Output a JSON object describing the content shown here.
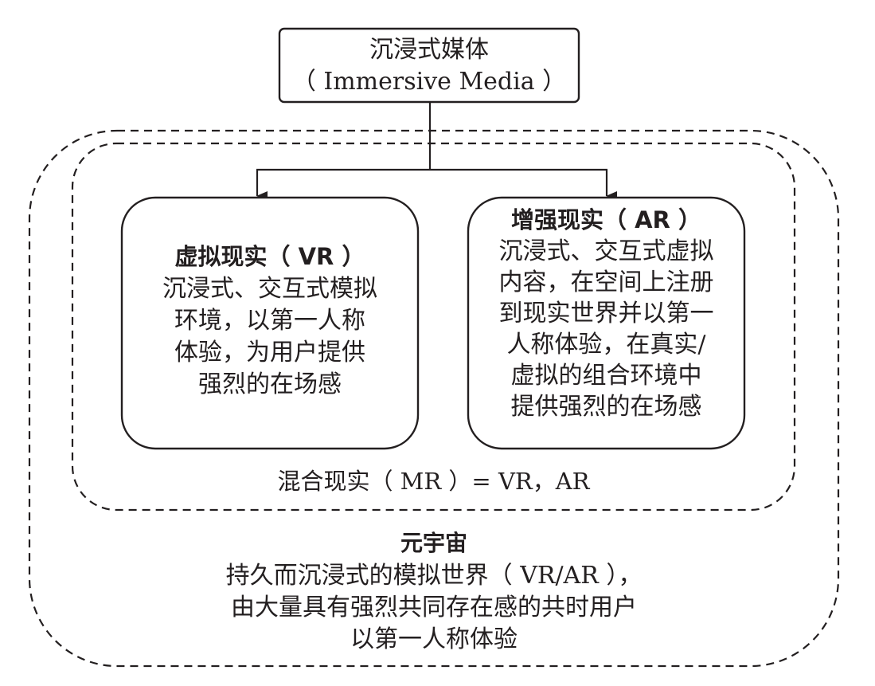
{
  "diagram": {
    "root": {
      "title": "沉浸式媒体",
      "subtitle": "（ Immersive Media ）"
    },
    "vr": {
      "title": "虚拟现实（ VR ）",
      "lines": [
        "沉浸式、交互式模拟",
        "环境，以第一人称",
        "体验，为用户提供",
        "强烈的在场感"
      ]
    },
    "ar": {
      "title": "增强现实（ AR ）",
      "lines": [
        "沉浸式、交互式虚拟",
        "内容，在空间上注册",
        "到现实世界并以第一",
        "人称体验，在真实/",
        "虚拟的组合环境中",
        "提供强烈的在场感"
      ]
    },
    "mr": {
      "label": "混合现实（ MR ）= VR，AR"
    },
    "metaverse": {
      "title": "元宇宙",
      "lines": [
        "持久而沉浸式的模拟世界（ VR/AR ），",
        "由大量具有强烈共同存在感的共时用户",
        "以第一人称体验"
      ]
    },
    "colors": {
      "stroke": "#231f20",
      "background": "#ffffff"
    }
  }
}
